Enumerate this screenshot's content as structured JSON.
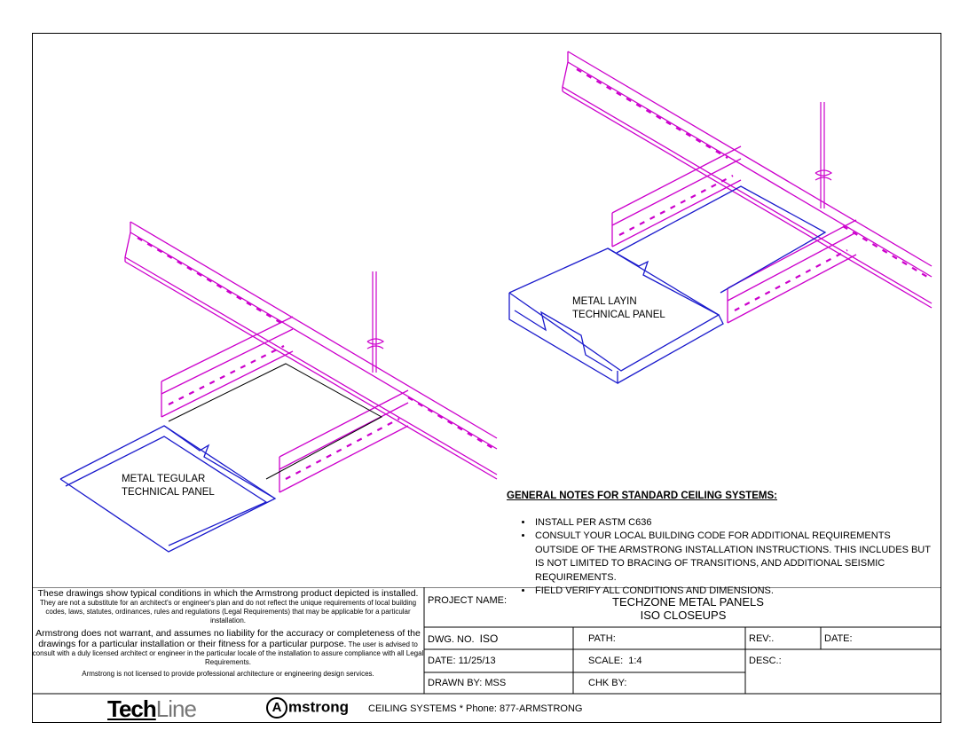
{
  "drawing": {
    "label_tegular": [
      "METAL TEGULAR",
      "TECHNICAL PANEL"
    ],
    "label_layin": [
      "METAL LAYIN",
      "TECHNICAL PANEL"
    ],
    "colors": {
      "grid": "#cc00cc",
      "panel": "#1a1acc",
      "line": "#000000"
    }
  },
  "notes": {
    "title": "GENERAL NOTES FOR STANDARD CEILING SYSTEMS:",
    "items": [
      "INSTALL PER ASTM C636",
      "CONSULT YOUR LOCAL BUILDING CODE FOR ADDITIONAL REQUIREMENTS OUTSIDE OF THE ARMSTRONG INSTALLATION INSTRUCTIONS. THIS INCLUDES BUT IS NOT LIMITED TO BRACING OF TRANSITIONS, AND ADDITIONAL SEISMIC REQUIREMENTS.",
      "FIELD VERIFY ALL CONDITIONS AND DIMENSIONS."
    ]
  },
  "disclaimer": {
    "p1_big": "These drawings show typical conditions in which the Armstrong product depicted is installed.",
    "p1_small": "They are not a substitute for an architect's or engineer's plan and do not reflect the unique requirements of local building codes, laws, statutes, ordinances, rules and regulations (Legal Requirements) that may be applicable for a particular installation.",
    "p2_big": "Armstrong does not warrant, and assumes no liability for the accuracy or completeness of the drawings for a particular installation or their fitness for a particular purpose.",
    "p2_small": "The user is advised to consult with a duly licensed architect or engineer in the particular locale of the installation to assure compliance with all Legal Requirements.",
    "p3": "Armstrong is not licensed to provide professional architecture or engineering design services."
  },
  "title_block": {
    "project_name_label": "PROJECT NAME:",
    "project_name_line1": "TECHZONE METAL PANELS",
    "project_name_line2": "ISO CLOSEUPS",
    "dwg_no_label": "DWG. NO.",
    "dwg_no_value": "ISO",
    "path_label": "PATH:",
    "rev_label": "REV:.",
    "date_label": "DATE:",
    "date_value_label": "DATE: 11/25/13",
    "scale_label": "SCALE:",
    "scale_value": "1:4",
    "desc_label": "DESC.:",
    "drawn_by_label": "DRAWN BY:",
    "drawn_by_value": "MSS",
    "chk_by_label": "CHK BY:"
  },
  "footer": {
    "techline_bold": "Tech",
    "techline_light": "Line",
    "armstrong_mark": "A",
    "armstrong_rest": "mstrong",
    "tagline": "CEILING SYSTEMS * Phone: 877-ARMSTRONG"
  }
}
